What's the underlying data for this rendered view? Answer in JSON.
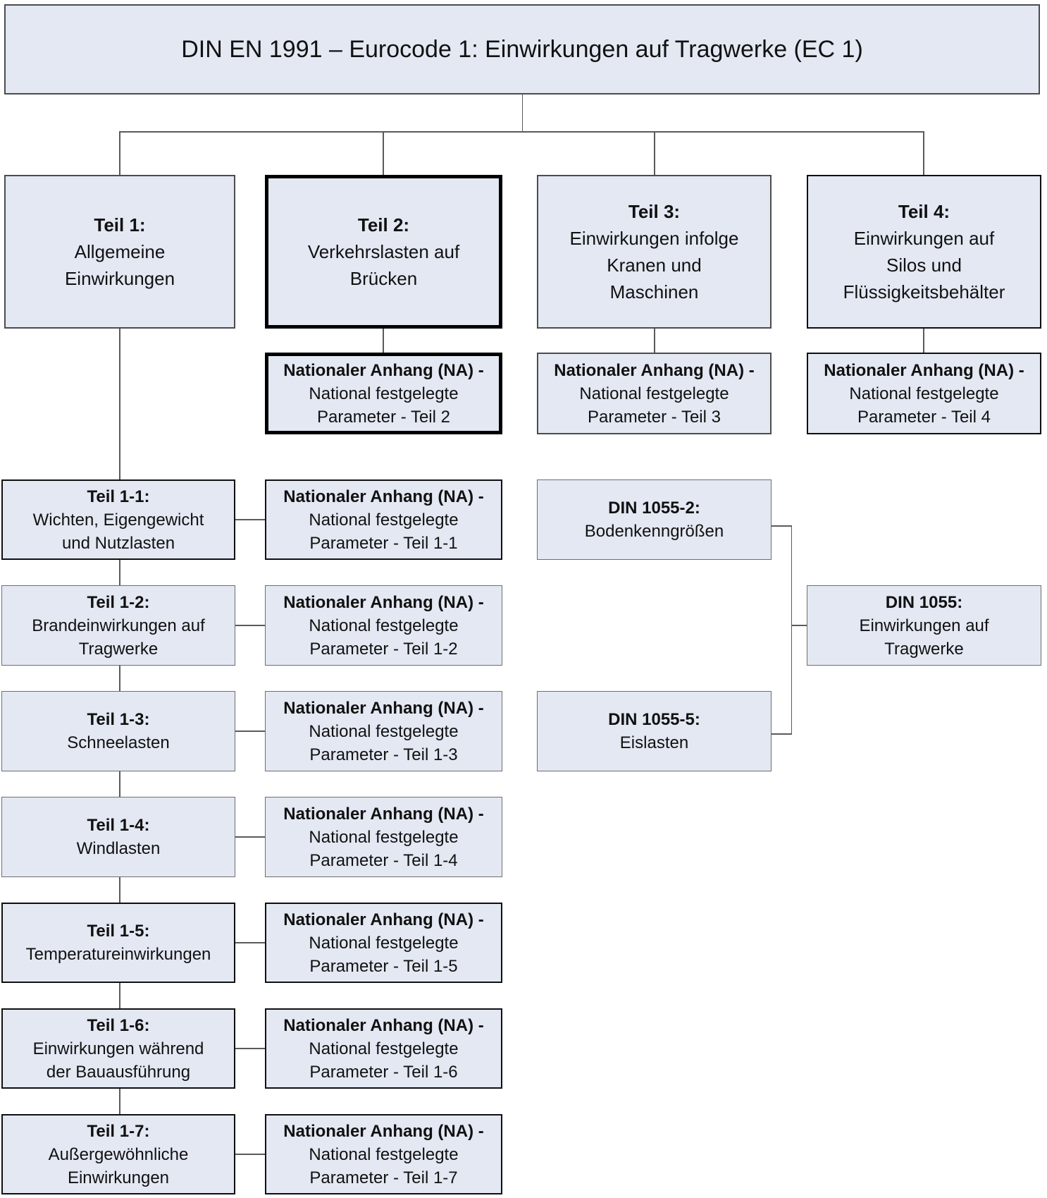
{
  "title": "DIN EN 1991 – Eurocode 1: Einwirkungen auf Tragwerke (EC 1)",
  "colors": {
    "box_fill": "#e3e8f3",
    "connector_line": "#5a5a5a",
    "border_thick": "#000000",
    "border_medium": "#0f0f0f",
    "border_thin": "#6e6e6e"
  },
  "boxes": {
    "teil1": {
      "heading": "Teil 1:",
      "body": "Allgemeine\nEinwirkungen"
    },
    "teil2": {
      "heading": "Teil 2:",
      "body": "Verkehrslasten auf\nBrücken"
    },
    "teil3": {
      "heading": "Teil 3:",
      "body": "Einwirkungen infolge\nKranen und\nMaschinen"
    },
    "teil4": {
      "heading": "Teil 4:",
      "body": "Einwirkungen auf\nSilos und\nFlüssigkeitsbehälter"
    },
    "na_teil2": {
      "heading": "Nationaler Anhang (NA) -",
      "body": "National festgelegte\nParameter - Teil 2"
    },
    "na_teil3": {
      "heading": "Nationaler Anhang (NA) -",
      "body": "National festgelegte\nParameter - Teil 3"
    },
    "na_teil4": {
      "heading": "Nationaler Anhang (NA) -",
      "body": "National festgelegte\nParameter - Teil 4"
    },
    "teil1_1": {
      "heading": "Teil 1-1:",
      "body": "Wichten, Eigengewicht\nund Nutzlasten"
    },
    "teil1_2": {
      "heading": "Teil 1-2:",
      "body": "Brandeinwirkungen auf\nTragwerke"
    },
    "teil1_3": {
      "heading": "Teil 1-3:",
      "body": "Schneelasten"
    },
    "teil1_4": {
      "heading": "Teil 1-4:",
      "body": "Windlasten"
    },
    "teil1_5": {
      "heading": "Teil 1-5:",
      "body": "Temperatureinwirkungen"
    },
    "teil1_6": {
      "heading": "Teil 1-6:",
      "body": "Einwirkungen während\nder Bauausführung"
    },
    "teil1_7": {
      "heading": "Teil 1-7:",
      "body": "Außergewöhnliche\nEinwirkungen"
    },
    "na_teil1_1": {
      "heading": "Nationaler Anhang (NA) -",
      "body": "National festgelegte\nParameter - Teil 1-1"
    },
    "na_teil1_2": {
      "heading": "Nationaler Anhang (NA) -",
      "body": "National festgelegte\nParameter - Teil 1-2"
    },
    "na_teil1_3": {
      "heading": "Nationaler Anhang (NA) -",
      "body": "National festgelegte\nParameter - Teil 1-3"
    },
    "na_teil1_4": {
      "heading": "Nationaler Anhang (NA) -",
      "body": "National festgelegte\nParameter - Teil 1-4"
    },
    "na_teil1_5": {
      "heading": "Nationaler Anhang (NA) -",
      "body": "National festgelegte\nParameter - Teil 1-5"
    },
    "na_teil1_6": {
      "heading": "Nationaler Anhang (NA) -",
      "body": "National festgelegte\nParameter - Teil 1-6"
    },
    "na_teil1_7": {
      "heading": "Nationaler Anhang (NA) -",
      "body": "National festgelegte\nParameter - Teil 1-7"
    },
    "din1055_2": {
      "heading": "DIN 1055-2:",
      "body": "Bodenkenngrößen"
    },
    "din1055_5": {
      "heading": "DIN 1055-5:",
      "body": "Eislasten"
    },
    "din1055": {
      "heading": "DIN 1055:",
      "body": "Einwirkungen auf\nTragwerke"
    }
  }
}
